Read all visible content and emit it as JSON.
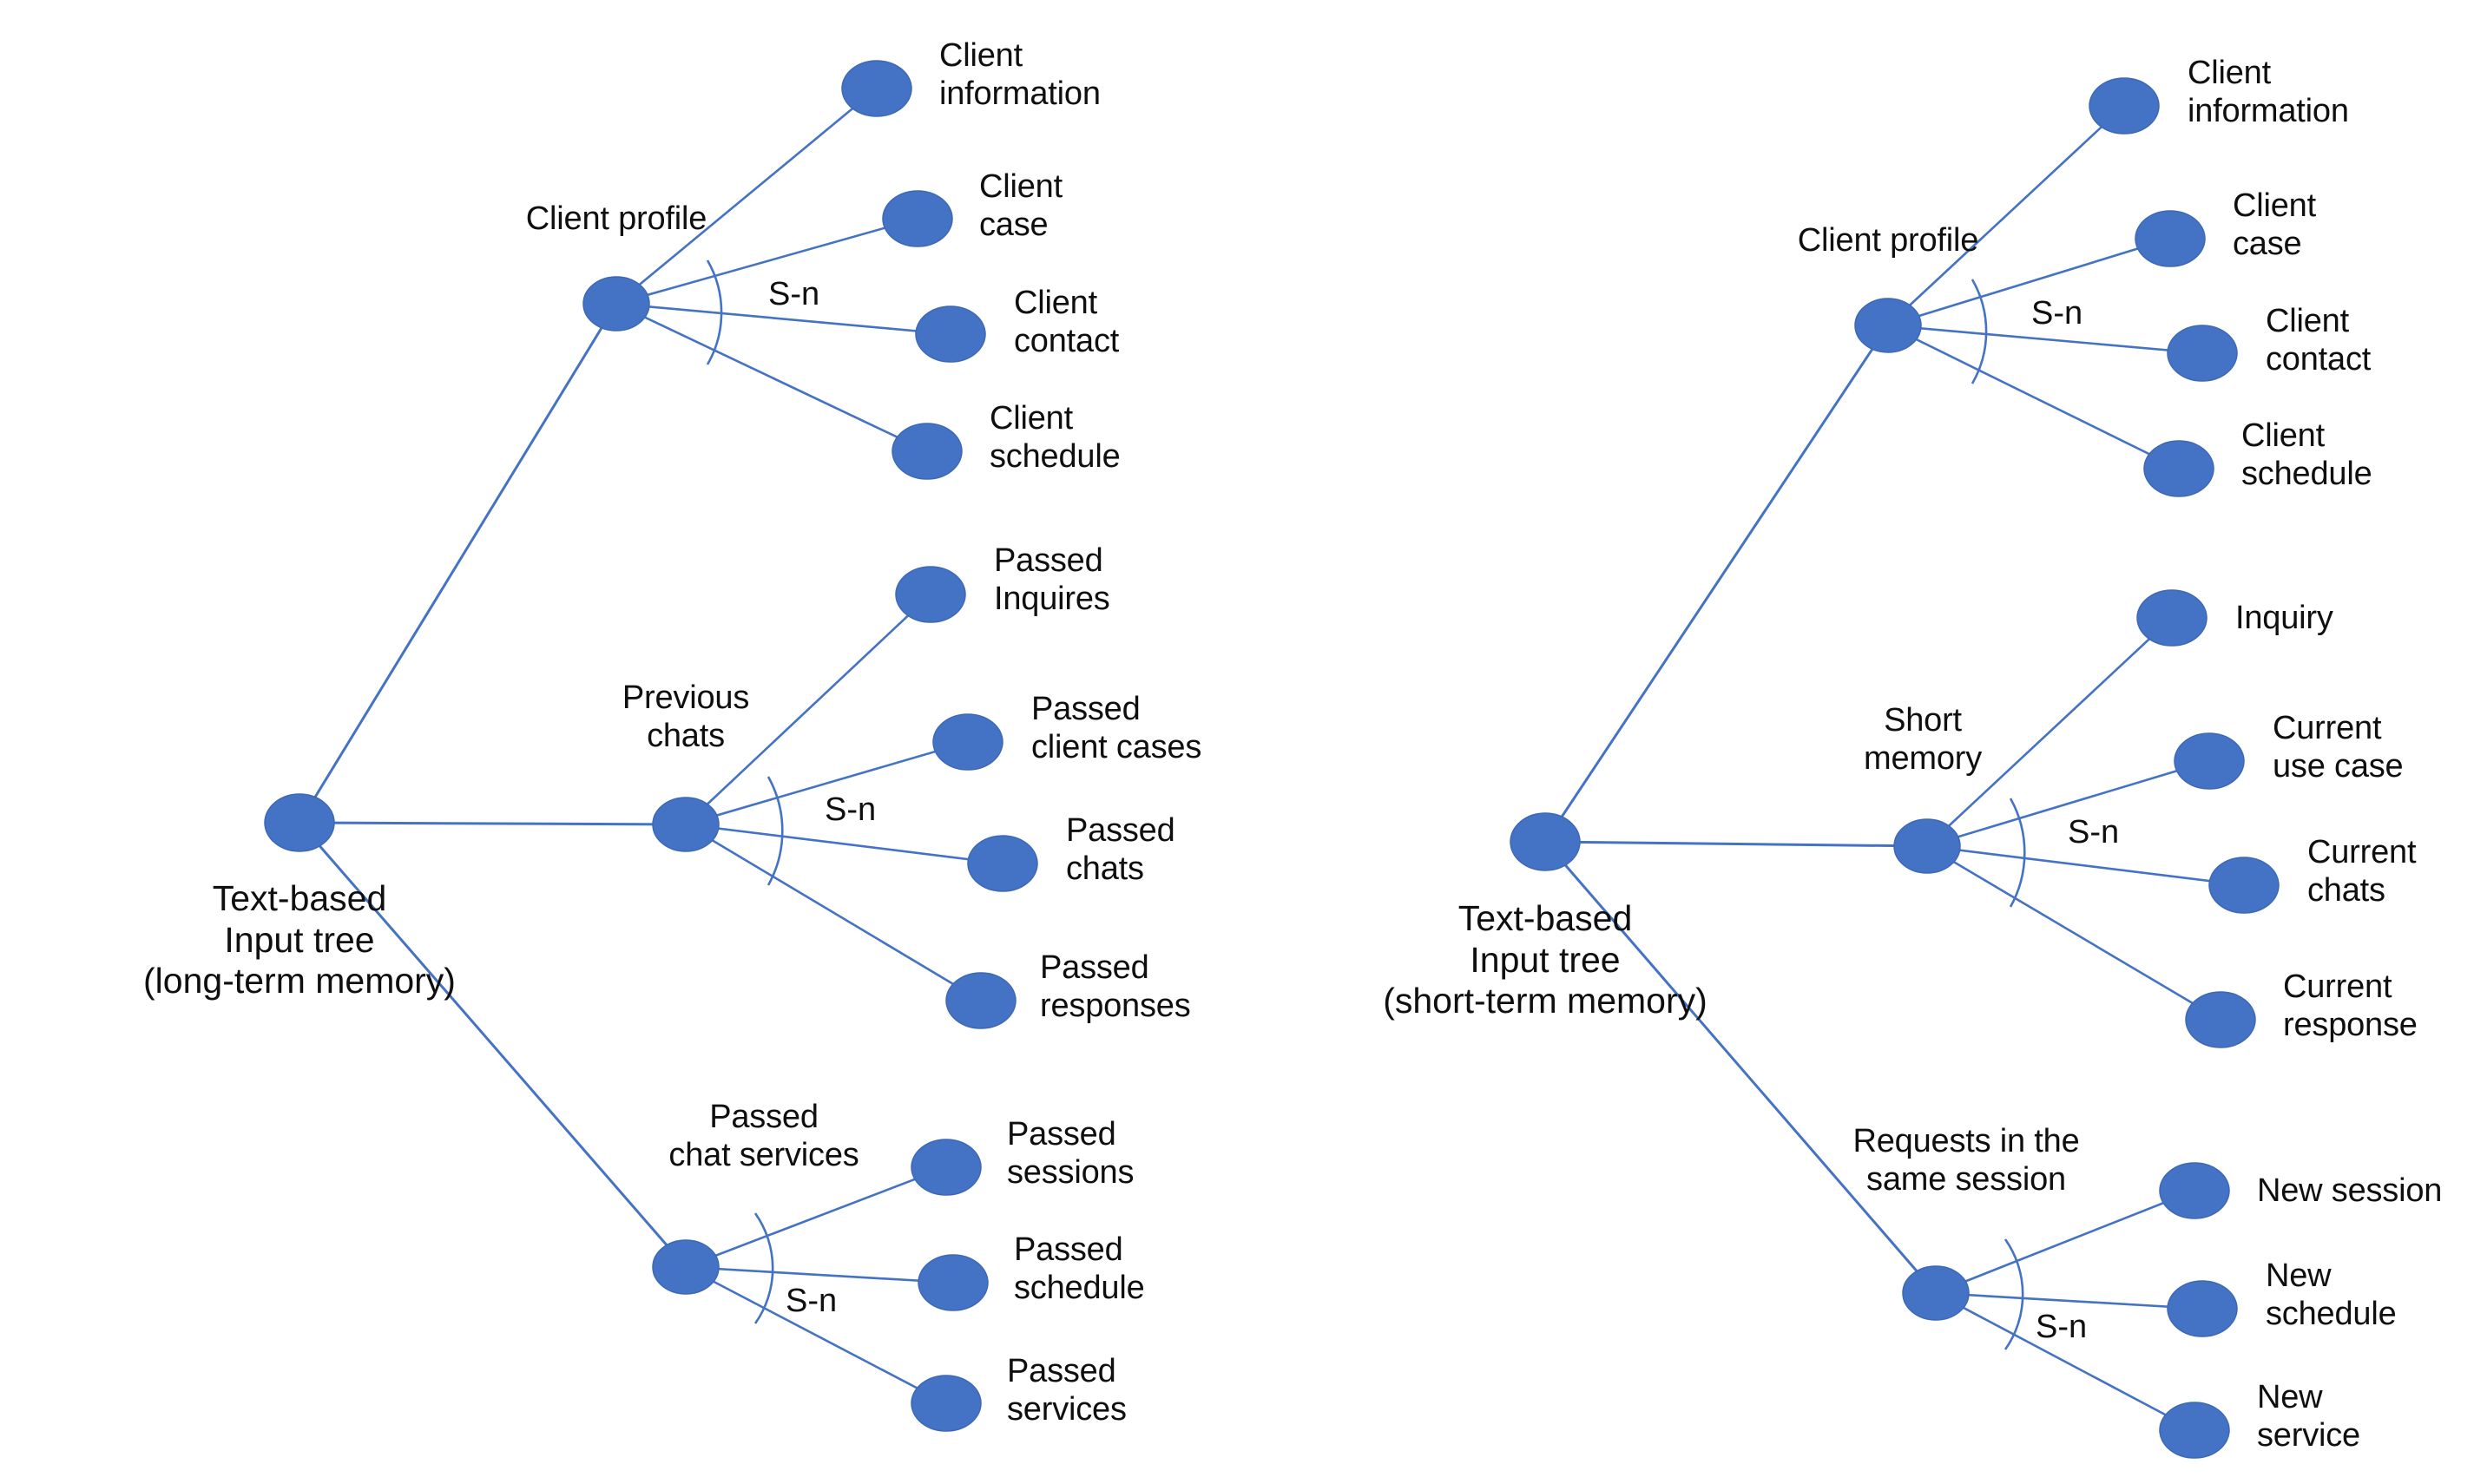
{
  "diagram": {
    "title": "Text-based input tree structures for long-term and short-term memory",
    "colors": {
      "node_fill": "#4472C4",
      "node_stroke": "#3D68B5",
      "edge": "#4472C4",
      "text": "#0f0f0f",
      "background": "#ffffff"
    },
    "annotation_label": "S-n",
    "trees": [
      {
        "id": "long-term",
        "root_label": "Text-based\nInput tree\n(long-term memory)",
        "branches": [
          {
            "id": "client-profile-lt",
            "label": "Client profile",
            "annotation": "S-n",
            "leaves": [
              {
                "label": "Client\ninformation"
              },
              {
                "label": "Client\ncase"
              },
              {
                "label": "Client\ncontact"
              },
              {
                "label": "Client\nschedule"
              }
            ]
          },
          {
            "id": "previous-chats",
            "label": "Previous\nchats",
            "annotation": "S-n",
            "leaves": [
              {
                "label": "Passed\nInquires"
              },
              {
                "label": "Passed\nclient cases"
              },
              {
                "label": "Passed\nchats"
              },
              {
                "label": "Passed\nresponses"
              }
            ]
          },
          {
            "id": "passed-chat-services",
            "label": "Passed\nchat services",
            "annotation": "S-n",
            "leaves": [
              {
                "label": "Passed\nsessions"
              },
              {
                "label": "Passed\nschedule"
              },
              {
                "label": "Passed\nservices"
              }
            ]
          }
        ]
      },
      {
        "id": "short-term",
        "root_label": "Text-based\nInput tree\n(short-term memory)",
        "branches": [
          {
            "id": "client-profile-st",
            "label": "Client profile",
            "annotation": "S-n",
            "leaves": [
              {
                "label": "Client\ninformation"
              },
              {
                "label": "Client\ncase"
              },
              {
                "label": "Client\ncontact"
              },
              {
                "label": "Client\nschedule"
              }
            ]
          },
          {
            "id": "short-memory",
            "label": "Short\nmemory",
            "annotation": "S-n",
            "leaves": [
              {
                "label": "Inquiry"
              },
              {
                "label": "Current\nuse case"
              },
              {
                "label": "Current\nchats"
              },
              {
                "label": "Current\nresponse"
              }
            ]
          },
          {
            "id": "requests-same-session",
            "label": "Requests in the\nsame session",
            "annotation": "S-n",
            "leaves": [
              {
                "label": "New session"
              },
              {
                "label": "New\nschedule"
              },
              {
                "label": "New\nservice"
              }
            ]
          }
        ]
      }
    ]
  }
}
